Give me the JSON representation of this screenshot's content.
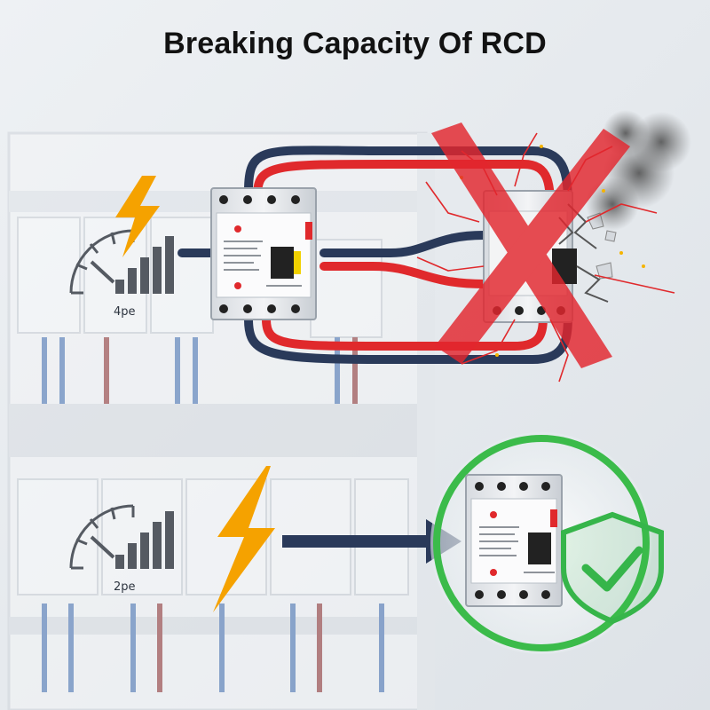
{
  "title": "Breaking Capacity Of RCD",
  "scenarios": [
    {
      "meter_label": "4pe",
      "outcome": "failure",
      "accent": "#e3262e"
    },
    {
      "meter_label": "2pe",
      "outcome": "success",
      "accent": "#3bbb4a"
    }
  ],
  "colors": {
    "wire_red": "#e0292c",
    "wire_blue": "#2a3a5a",
    "bolt": "#f5a200",
    "shield": "#36b54a",
    "meter": "#555a62"
  },
  "icons": [
    "lightning-bolt-icon",
    "speedometer-icon",
    "signal-bars-icon",
    "cross-icon",
    "shield-check-icon",
    "arrow-right-icon",
    "smoke-icon",
    "spark-icon"
  ]
}
